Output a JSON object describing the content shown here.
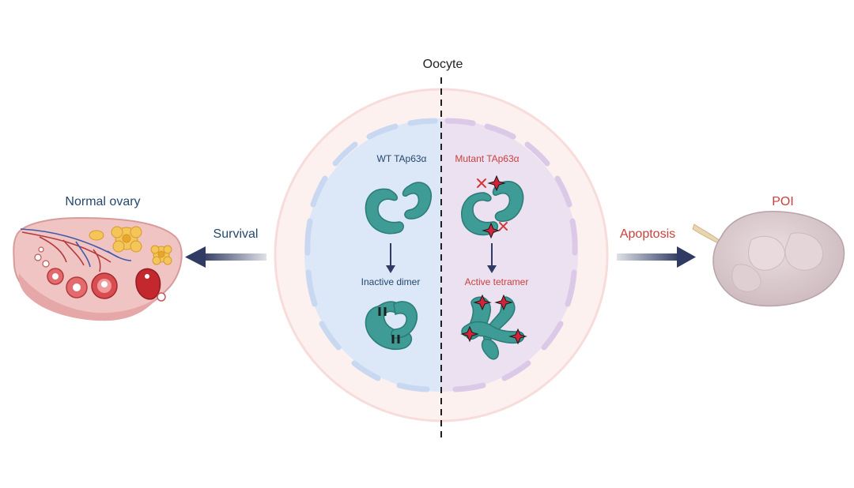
{
  "labels": {
    "oocyte": "Oocyte",
    "normal_ovary": "Normal ovary",
    "poi": "POI",
    "survival": "Survival",
    "apoptosis": "Apoptosis",
    "wt": "WT TAp63α",
    "mutant": "Mutant TAp63α",
    "inactive_dimer": "Inactive dimer",
    "active_tetramer": "Active tetramer"
  },
  "colors": {
    "blue_text": "#24486e",
    "red_text": "#c8413d",
    "protein": "#3e9b95",
    "arrow": "#2f3b62",
    "left_half": "#dce7f7",
    "right_half": "#ece1f1",
    "cell_outer": "#fbe7e6",
    "poi_tissue": "#dccbcf"
  },
  "icons": [
    "ovary-illustration",
    "poi-ovary-illustration",
    "protein-dimer-icon",
    "protein-tetramer-icon",
    "cross-mark-icon",
    "star-mark-icon"
  ]
}
